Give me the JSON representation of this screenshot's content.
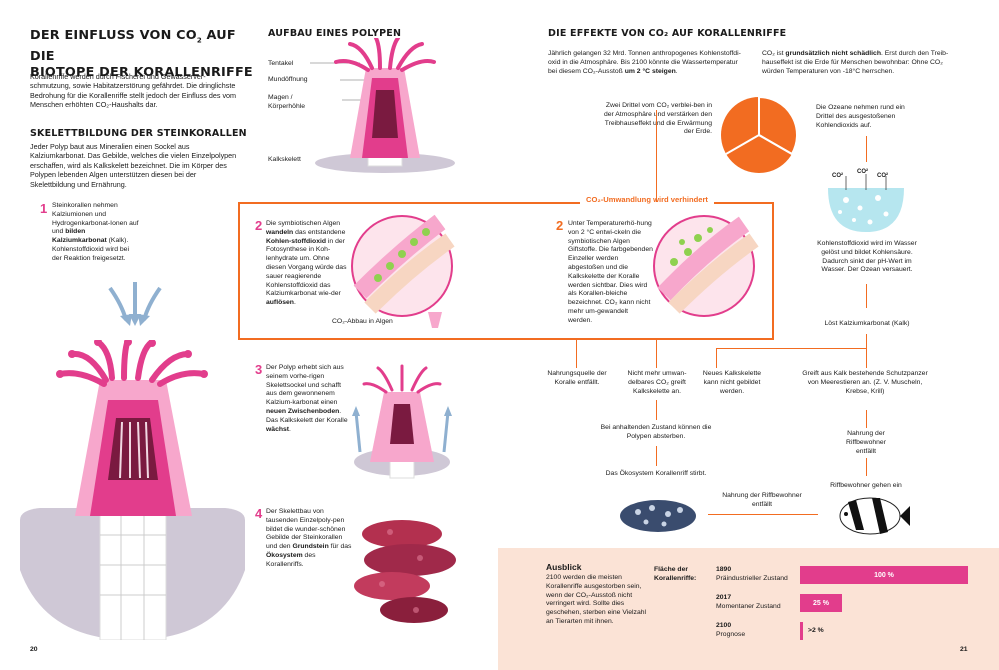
{
  "left": {
    "heading_line1": "DER EINFLUSS VON CO",
    "heading_sub": "2",
    "heading_line1_end": " AUF DIE",
    "heading_line2": "BIOTOPE DER KORALLENRIFFE",
    "intro": "Korallenriffe werden durch Fischerei und Gewässerver-schmutzung, sowie Habitatzerstörung gefährdet. Die dringlichste Bedrohung für die Korallenriffe stellt jedoch der Einfluss des vom Menschen erhöhten CO₂-Haushalts dar.",
    "skeleton_heading": "SKELETTBILDUNG  DER STEINKORALLEN",
    "skeleton_text": "Jeder Polyp baut aus Mineralien einen Sockel aus Kalziumkarbonat. Das Gebilde, welches die vielen Einzelpolypen erschaffen, wird als Kalkskelett bezeichnet. Die im Körper des Polypen lebenden Algen unterstützen diesen bei der Skelettbildung und Ernährung.",
    "step1_num": "1",
    "step1_text_a": "Steinkorallen nehmen Kalziumionen und Hydrogenkarbonat-Ionen auf und ",
    "step1_bold": "bilden Kalziumkarbonat",
    "step1_text_b": " (Kalk). Kohlenstoffdioxid wird bei der Reaktion freigesetzt.",
    "page_number": "20"
  },
  "polyp": {
    "heading": "AUFBAU EINES POLYPEN",
    "labels": [
      "Tentakel",
      "Mundöffnung",
      "Magen /",
      "Körperhöhle",
      "Kalkskelett"
    ]
  },
  "steps": {
    "step2_num": "2",
    "step2_pre": "Die symbiotischen Algen ",
    "step2_b1": "wandeln",
    "step2_mid": " das entstandene ",
    "step2_b2": "Kohlen-stoffdioxid",
    "step2_post": " in der Fotosynthese in Koh-lenhydrate um. Ohne diesen Vorgang würde das sauer reagierende Kohlenstoffdioxid das Kalziumkarbonat wie-der ",
    "step2_b3": "auflösen",
    "step2_end": ".",
    "algae_caption": "CO₂-Abbau in Algen",
    "step3_num": "3",
    "step3_pre": "Der Polyp erhebt sich aus seinem vorhe-rigen Skelettsockel und schafft aus dem gewonnenem Kalzium-karbonat einen ",
    "step3_b1": "neuen Zwischenboden",
    "step3_mid": ". Das Kalkskelett der Koralle ",
    "step3_b2": "wächst",
    "step3_end": ".",
    "step4_num": "4",
    "step4_pre": "Der Skelettbau von tausenden Einzelpoly-pen bildet die wunder-schönen Gebilde der Steinkorallen und den ",
    "step4_b1": "Grundstein",
    "step4_mid": " für das ",
    "step4_b2": "Ökosystem",
    "step4_end": " des Korallenriffs."
  },
  "right": {
    "heading": "DIE EFFEKTE VON CO₂ AUF KORALLENRIFFE",
    "intro_a": "Jährlich gelangen 32 Mrd. Tonnen anthropogenes Kohlenstoffdi-oxid in die Atmosphäre. Bis 2100 könnte die Wassertemperatur bei diesem CO₂-Ausstoß ",
    "intro_bold": "um 2 °C steigen",
    "intro_end": ".",
    "co2_a": "CO₂ ist ",
    "co2_bold": "grundsätzlich nicht schädlich",
    "co2_b": ". Erst durch den Treib-hauseffekt ist die Erde für Menschen bewohnbar: Ohne CO₂ würden Temperaturen von -18°C herrschen.",
    "two_thirds": "Zwei Drittel vom CO₂ verblei-ben in der Atmosphäre und verstärken den Treibhauseffekt und die Erwärmung der Erde.",
    "oceans": "Die Ozeane nehmen rund ein Drittel des ausgestoßenen Kohlendioxids auf.",
    "co2_tag": "CO²",
    "box_title": "CO₂-Umwandlung wird verhindert",
    "step2b_num": "2",
    "step2b_text": "Unter Temperaturerhö-hung von 2 °C entwi-ckeln die symbiotischen Algen Giftstoffe. Die farbgebenden Einzeller werden abgestoßen und die Kalkskelette der Koralle werden sichtbar. Dies wird als Korallen-bleiche bezeichnet. CO₂ kann nicht mehr um-gewandelt werden.",
    "acid": "Kohlenstoffdioxid wird im Wasser gelöst und bildet Kohlensäure. Dadurch sinkt der pH-Wert im Wasser. Der Ozean versauert.",
    "dissolves": "Löst Kalziumkarbonat (Kalk)",
    "food_lost": "Nahrungsquelle der Koralle entfällt.",
    "no_convert": "Nicht mehr umwan-delbares CO₂ greift Kalkskelette an.",
    "no_skeleton": "Neues Kalkskelette kann nicht gebildet werden.",
    "attacks": "Greift aus Kalk bestehende Schutzpanzer von Meerestieren an. (Z. V. Muscheln, Krebse, Krill)",
    "die_off": "Bei anhaltenden Zustand können die Polypen absterben.",
    "ecosystem_dies": "Das Ökosystem Korallenriff stirbt.",
    "reef_food": "Nahrung der Riffbewohner entfällt",
    "reef_food_2": "Nahrung der Riffbewohner entfällt",
    "reef_dwellers_go": "Riffbewohner gehen ein",
    "page_number": "21"
  },
  "outlook": {
    "heading": "Ausblick",
    "text": "2100 werden die meisten Korallenriffe ausgestorben sein, wenn der CO₂-Ausstoß nicht verringert wird. Sollte dies geschehen, sterben eine Vielzahl an Tierarten mit ihnen.",
    "area_label": "Fläche der Korallenriffe:",
    "rows": [
      {
        "year": "1890",
        "label": "Präindustrieller Zustand",
        "value_text": "100 %",
        "fraction": 1.0
      },
      {
        "year": "2017",
        "label": "Momentaner Zustand",
        "value_text": "25 %",
        "fraction": 0.25
      },
      {
        "year": "2100",
        "label": "Prognose",
        "value_text": ">2 %",
        "fraction": 0.02
      }
    ]
  },
  "colors": {
    "pink": "#e23d8c",
    "orange": "#f26c21",
    "lilac": "#cfc8d6",
    "outlook_bg": "#fbe3d6",
    "ocean": "#b6e6ef"
  }
}
